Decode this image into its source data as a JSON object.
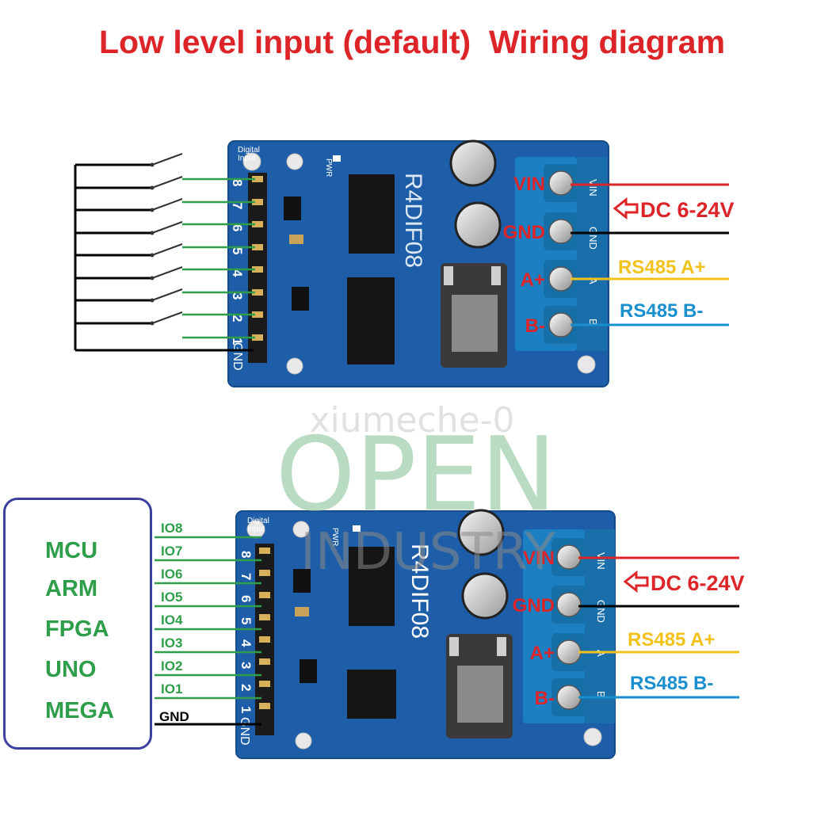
{
  "title": "Low level input (default)  Wiring diagram",
  "colors": {
    "title_red": "#dd2428",
    "pcb_blue": "#1e5ea8",
    "terminal_blue": "#1c7fc1",
    "wire_green": "#2e9e4a",
    "wire_red": "#dd2428",
    "wire_yellow": "#f2c21b",
    "wire_cyan": "#1a8fd0",
    "box_border": "#3b3fa0"
  },
  "board_top": {
    "model": "R4DIF08",
    "silkscreen": {
      "digital_input": "Digital\nInput",
      "pwr": "PWR",
      "gnd": "GND"
    },
    "input_pins": [
      "8",
      "7",
      "6",
      "5",
      "4",
      "3",
      "2",
      "1"
    ],
    "terminal_side_marks": [
      "VIN",
      "GND",
      "A",
      "B"
    ],
    "terminals": [
      {
        "label": "VIN",
        "color": "#dd2428"
      },
      {
        "label": "GND",
        "color": "#dd2428"
      },
      {
        "label": "A+",
        "color": "#dd2428"
      },
      {
        "label": "B-",
        "color": "#dd2428"
      }
    ],
    "power_note": "DC 6-24V",
    "rs485_a": "RS485 A+",
    "rs485_b": "RS485 B-"
  },
  "board_bottom": {
    "model": "R4DIF08",
    "silkscreen": {
      "digital_input": "Digital\nInput",
      "pwr": "PWR",
      "gnd": "GND"
    },
    "input_pins": [
      "8",
      "7",
      "6",
      "5",
      "4",
      "3",
      "2",
      "1"
    ],
    "terminal_side_marks": [
      "VIN",
      "GND",
      "A",
      "B"
    ],
    "terminals": [
      {
        "label": "VIN",
        "color": "#dd2428"
      },
      {
        "label": "GND",
        "color": "#dd2428"
      },
      {
        "label": "A+",
        "color": "#dd2428"
      },
      {
        "label": "B-",
        "color": "#dd2428"
      }
    ],
    "io_labels": [
      "IO8",
      "IO7",
      "IO6",
      "IO5",
      "IO4",
      "IO3",
      "IO2",
      "IO1"
    ],
    "gnd_label": "GND",
    "power_note": "DC 6-24V",
    "rs485_a": "RS485 A+",
    "rs485_b": "RS485 B-"
  },
  "mcu_box": {
    "items": [
      "MCU",
      "ARM",
      "FPGA",
      "UNO",
      "MEGA"
    ]
  },
  "watermark": {
    "line1": "xiumeche-0",
    "line2": "OPEN",
    "line3": "INDUSTRY"
  }
}
